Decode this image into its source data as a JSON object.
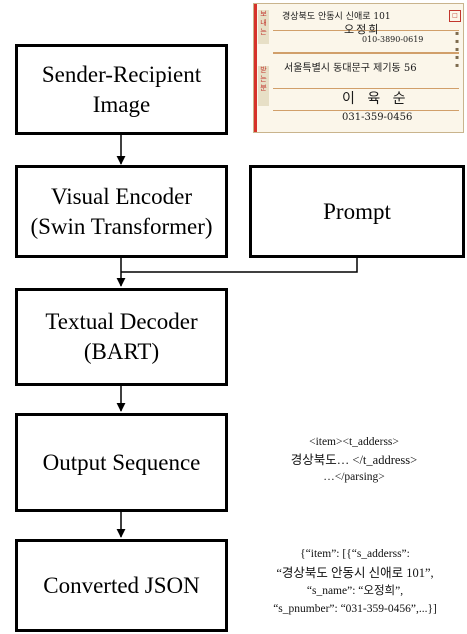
{
  "boxes": {
    "sender_recipient_image": [
      "Sender-Recipient",
      "Image"
    ],
    "visual_encoder": [
      "Visual Encoder",
      "(Swin Transformer)"
    ],
    "prompt": "Prompt",
    "textual_decoder": [
      "Textual Decoder",
      "(BART)"
    ],
    "output_sequence": "Output Sequence",
    "converted_json": "Converted JSON"
  },
  "notes": {
    "output_sequence": [
      "<item><t_adderss>",
      "경상북도… </t_address>",
      "…</parsing>"
    ],
    "converted_json": [
      "{“item”: [{“s_adderss”:",
      "“경상북도 안동시 신애로 101”,",
      "“s_name”: “오정희”,",
      "“s_pnumber”: “031-359-0456”,...}]"
    ]
  },
  "envelope": {
    "sender_label": "보내는",
    "recipient_label": "받는분",
    "sender_address": "경상북도 안동시 신애로 101",
    "sender_name": "오정희",
    "sender_phone": "010-3890-0619",
    "recipient_address": "서울특별시 동대문구 제기동 56",
    "recipient_name": "이 육 순",
    "recipient_phone": "031-359-0456"
  },
  "colors": {
    "box_border": "#000000",
    "envelope_paper": "#fbf6ea",
    "envelope_red": "#d6322a"
  }
}
